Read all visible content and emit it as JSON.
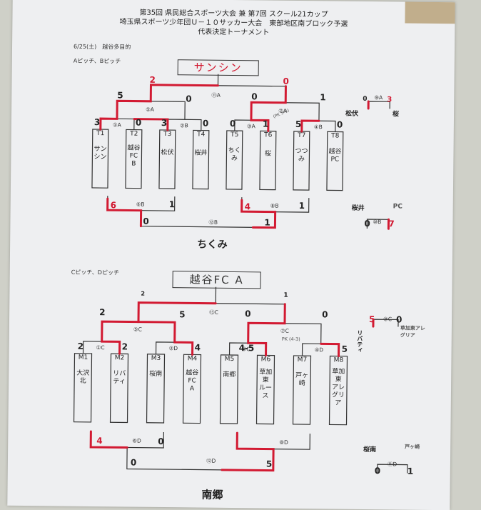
{
  "header": {
    "line1": "第35回 県民総合スポーツ大会 兼 第7回 スクール21カップ",
    "line2": "埼玉県スポーツ少年団Ｕ－１０サッカー大会　東部地区南ブロック予選",
    "line3": "代表決定トーナメント"
  },
  "date_venue": "6/25(土)　越谷多目的",
  "top": {
    "pitch": "Aピッチ、Bピッチ",
    "winner": "サンシン",
    "final_match": "⑪A",
    "semis": [
      "⑤A",
      "⑦A"
    ],
    "r1": [
      "①A",
      "②B",
      "③A",
      "④B"
    ],
    "pk_note": "(PK 5-4)",
    "teams": [
      {
        "code": "T1",
        "name": "サン\nシン"
      },
      {
        "code": "T2",
        "name": "越谷\nFC\nB"
      },
      {
        "code": "T3",
        "name": "松伏"
      },
      {
        "code": "T4",
        "name": "桜井"
      },
      {
        "code": "T5",
        "name": "ちく\nみ"
      },
      {
        "code": "T6",
        "name": "桜"
      },
      {
        "code": "T7",
        "name": "つつ\nみ"
      },
      {
        "code": "T8",
        "name": "越谷\nPC"
      }
    ],
    "scores": {
      "final_left": "2",
      "final_right": "0",
      "s1_left": "5",
      "s1_right": "0",
      "s2_left": "0",
      "s2_right": "1",
      "r1": [
        "3",
        "0",
        "3",
        "0",
        "0",
        "1",
        "5",
        "0"
      ]
    },
    "lower": {
      "matches": [
        "⑥B",
        "⑧B",
        "⑫B"
      ],
      "scores": [
        "6",
        "1",
        "4",
        "1",
        "0",
        "1"
      ],
      "winner": "ちくみ"
    },
    "side": {
      "match": "⑨A",
      "left": "松伏",
      "right": "桜",
      "left_score": "0",
      "right_score": "3",
      "match2": "⑩B",
      "left2": "桜井",
      "right2": "PC",
      "left2_score": "0",
      "right2_score": "7"
    }
  },
  "bottom": {
    "pitch": "Cピッチ、Dピッチ",
    "winner": "越谷FC A",
    "final_match": "⑬C",
    "semis": [
      "⑤C",
      "⑦C"
    ],
    "r1": [
      "①C",
      "②D",
      "③C",
      "④D"
    ],
    "pk_note": "PK (4-3)",
    "teams": [
      {
        "code": "M1",
        "name": "大沢\n北"
      },
      {
        "code": "M2",
        "name": "リバ\nティ"
      },
      {
        "code": "M3",
        "name": "桜南"
      },
      {
        "code": "M4",
        "name": "越谷\nFC\nA"
      },
      {
        "code": "M5",
        "name": "南郷"
      },
      {
        "code": "M6",
        "name": "草加\n東\nルー\nス"
      },
      {
        "code": "M7",
        "name": "戸ヶ\n崎"
      },
      {
        "code": "M8",
        "name": "草加\n東\nアレ\nグリ\nア"
      }
    ],
    "scores": {
      "final_left": "2",
      "final_right": "1",
      "s1_left": "2",
      "s1_right": "5",
      "s2_left": "0",
      "s2_right": "0",
      "r1": [
        "2",
        "2",
        "",
        "4",
        "",
        "4-5",
        "",
        "5"
      ]
    },
    "lower": {
      "matches": [
        "⑥D",
        "⑧D",
        "⑫D"
      ],
      "scores": [
        "4",
        "0",
        "",
        "",
        "0",
        "5"
      ],
      "winner": "南郷"
    },
    "side": {
      "match": "⑨C",
      "left": "リバティ",
      "right": "草加東アレグリア",
      "left_score": "5",
      "right_score": "0",
      "match2": "⑪D",
      "left2": "桜南",
      "right2": "戸ヶ崎",
      "left2_score": "0",
      "right2_score": "1"
    }
  }
}
